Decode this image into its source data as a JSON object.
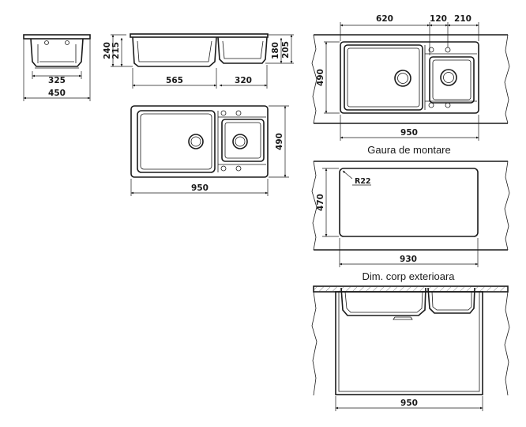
{
  "dimensions": {
    "side_width_bowl": "325",
    "side_width_total": "450",
    "front_height_large": "240",
    "front_depth_large": "215",
    "front_height_small": "180",
    "front_depth_small": "205",
    "front_large_width": "565",
    "front_small_width": "320",
    "plan_height": "490",
    "plan_width": "950",
    "install_large_width": "620",
    "install_gap": "120",
    "install_small_width": "210",
    "install_height": "490",
    "install_width": "950",
    "cutout_radius": "R22",
    "cutout_height": "470",
    "cutout_width": "930",
    "cabinet_width": "950"
  },
  "captions": {
    "mounting_hole": "Gaura de montare",
    "cabinet_outer": "Dim. corp exterioara"
  }
}
